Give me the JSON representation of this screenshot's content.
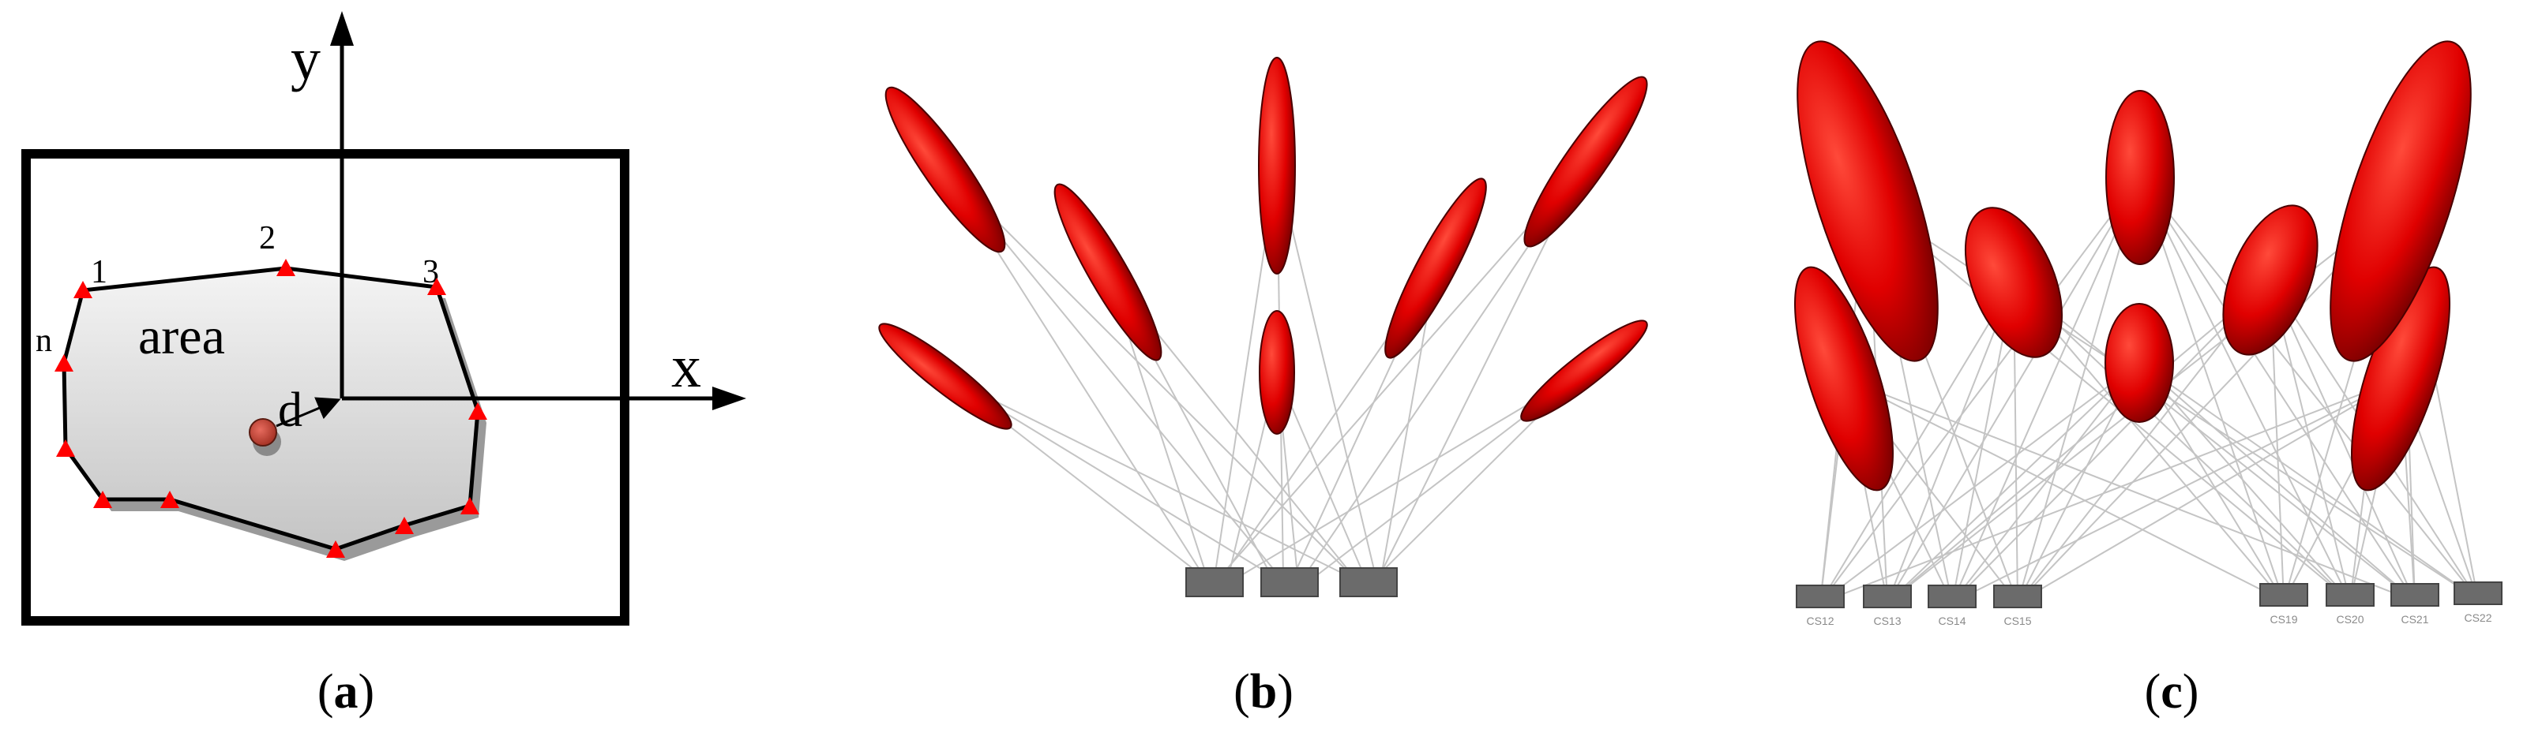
{
  "panels": {
    "a": {
      "caption_letter": "a",
      "axis_x_label": "x",
      "axis_y_label": "y",
      "area_label": "area",
      "d_label": "d",
      "vertex_labels": [
        "1",
        "2",
        "3",
        "n"
      ]
    },
    "b": {
      "caption_letter": "b"
    },
    "c": {
      "caption_letter": "c",
      "node_labels": [
        "CS12",
        "CS13",
        "CS14",
        "CS15",
        "CS19",
        "CS20",
        "CS21",
        "CS22"
      ]
    }
  },
  "colors": {
    "ellipse_fill": "#e00000",
    "ellipse_dark": "#7a0000",
    "marker_red": "#ff0000",
    "centroid": "#c0392b",
    "node_gray": "#6b6b6b",
    "line_gray": "#bdbdbd"
  }
}
